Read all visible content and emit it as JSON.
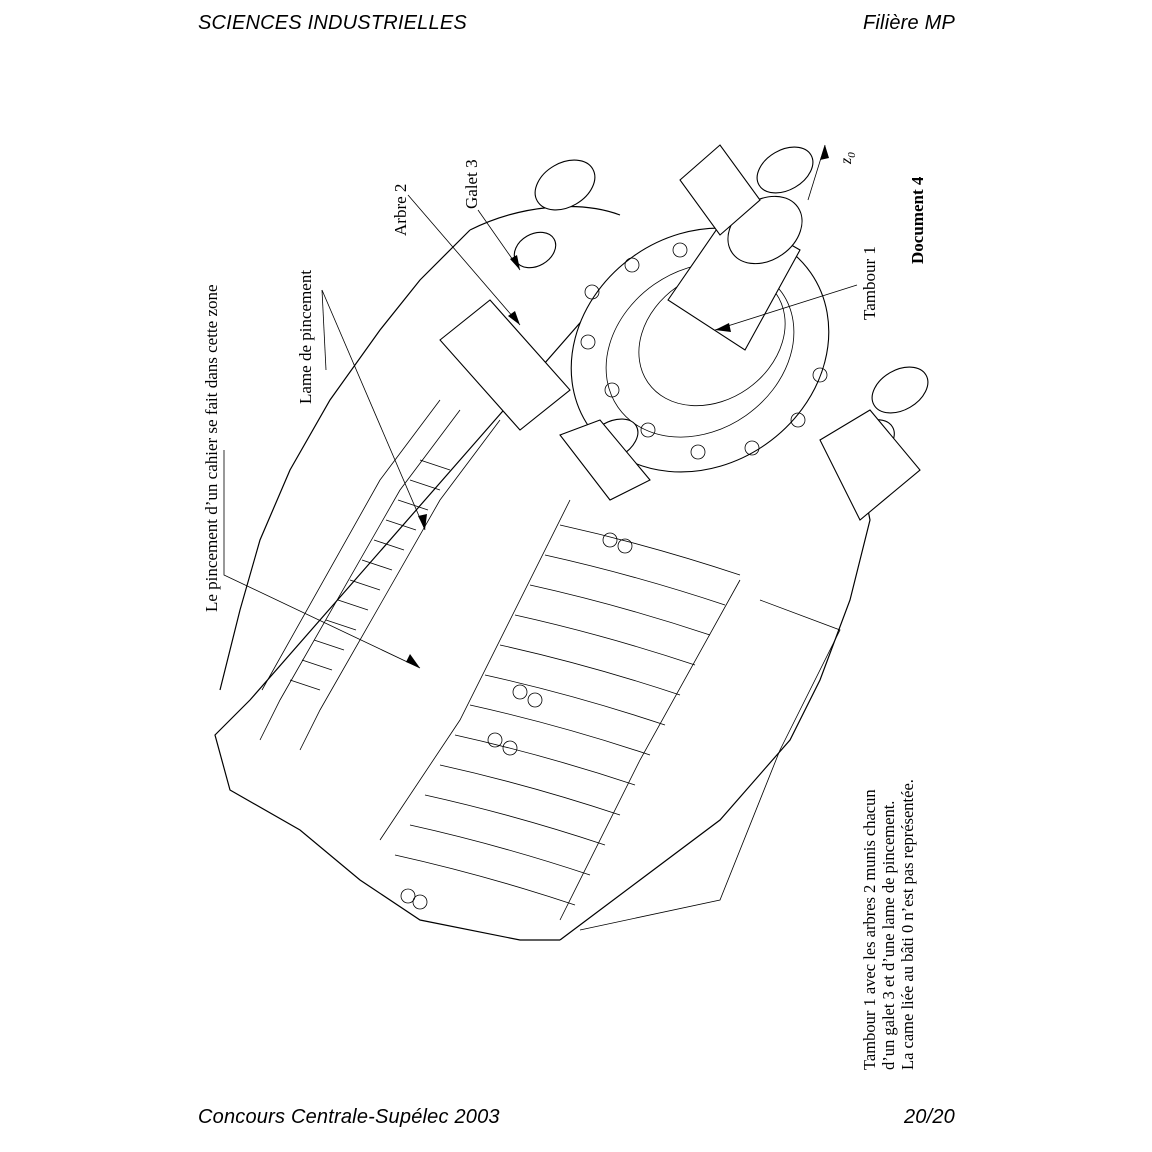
{
  "header": {
    "left": "SCIENCES INDUSTRIELLES",
    "right": "Filière MP"
  },
  "footer": {
    "left": "Concours Centrale-Supélec 2003",
    "right": "20/20"
  },
  "figure": {
    "title": "Document 4",
    "labels": {
      "pincement_zone": "Le pincement d’un cahier se fait dans cette zone",
      "lame": "Lame de pincement",
      "arbre": "Arbre 2",
      "galet": "Galet 3",
      "tambour": "Tambour 1",
      "axis": "z",
      "axis_sub": "0"
    },
    "caption": [
      "Tambour 1 avec les arbres 2 munis chacun",
      "d’un galet 3 et d’une lame de pincement.",
      "La came liée au bâti 0 n’est pas représentée."
    ]
  }
}
